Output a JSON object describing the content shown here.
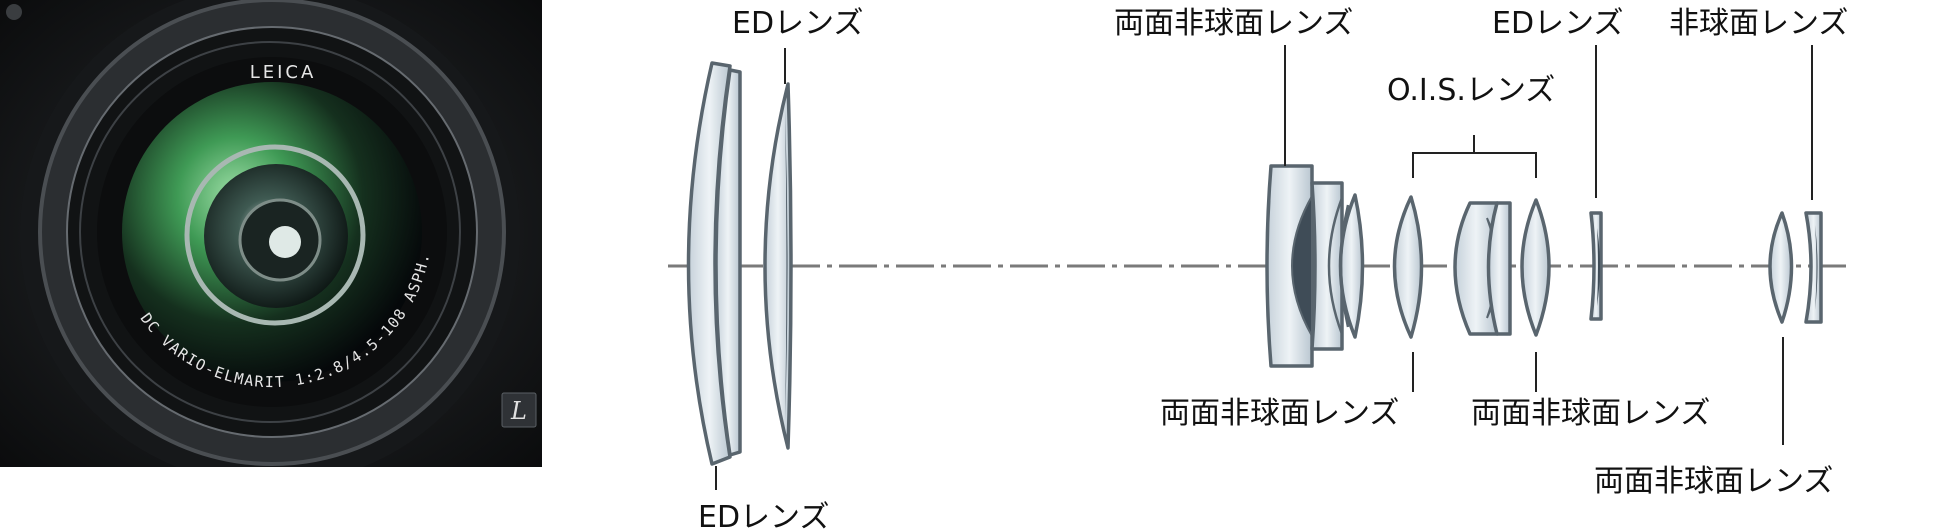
{
  "photo": {
    "brand_text": "LEICA",
    "lens_ring_text": "DC VARIO-ELMARIT 1:2.8/4.5-108 ASPH.",
    "corner_logo": "L"
  },
  "labels": {
    "ed_top_1": "EDレンズ",
    "ed_bottom": "EDレンズ",
    "double_aspheric_top": "両面非球面レンズ",
    "ois": "O.I.S.レンズ",
    "ed_top_2": "EDレンズ",
    "aspheric_top": "非球面レンズ",
    "double_aspheric_bottom_1": "両面非球面レンズ",
    "double_aspheric_bottom_2": "両面非球面レンズ",
    "double_aspheric_bottom_3": "両面非球面レンズ"
  },
  "colors": {
    "lens_outline": "#59656e",
    "lens_fill_light": "#dfe6ec",
    "lens_fill_dark": "#3f4c57",
    "axis": "#7a7a7a"
  }
}
